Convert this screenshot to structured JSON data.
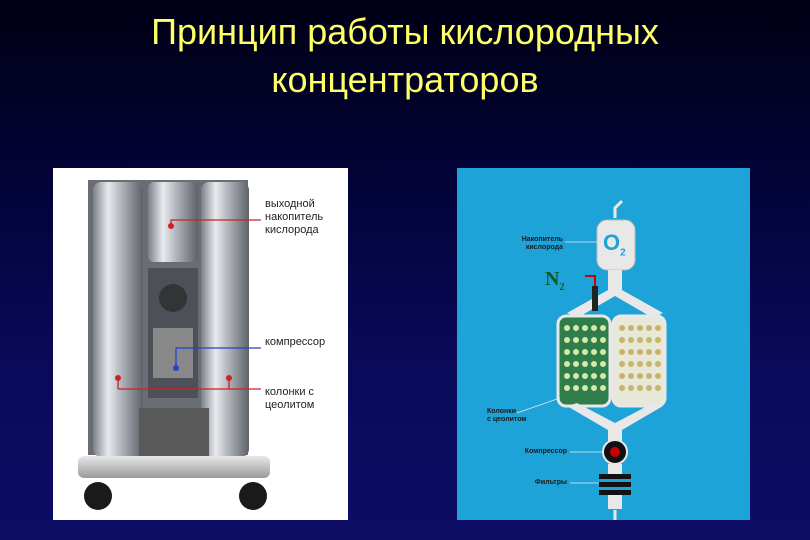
{
  "slide": {
    "title_line1": "Принцип работы кислородных",
    "title_line2": "концентраторов",
    "title_color": "#ffff66",
    "background_color": "#0a0a5c"
  },
  "photo": {
    "labels": {
      "storage": "выходной\nнакопитель\nкислорода",
      "compressor": "компрессор",
      "columns": "колонки с\nцеолитом"
    },
    "accent_red": "#cc2222",
    "accent_blue": "#2244cc"
  },
  "diagram": {
    "background": "#1ea3d8",
    "labels": {
      "storage": "Накопитель\nкислорода",
      "n2": "N",
      "n2_sub": "2",
      "o2": "O",
      "o2_sub": "2",
      "columns": "Колонки\nс цеолитом",
      "compressor": "Компрессор",
      "filters": "Фильтры"
    },
    "column_color": "#2e7d4a",
    "tube_color": "#e8e8e8"
  }
}
